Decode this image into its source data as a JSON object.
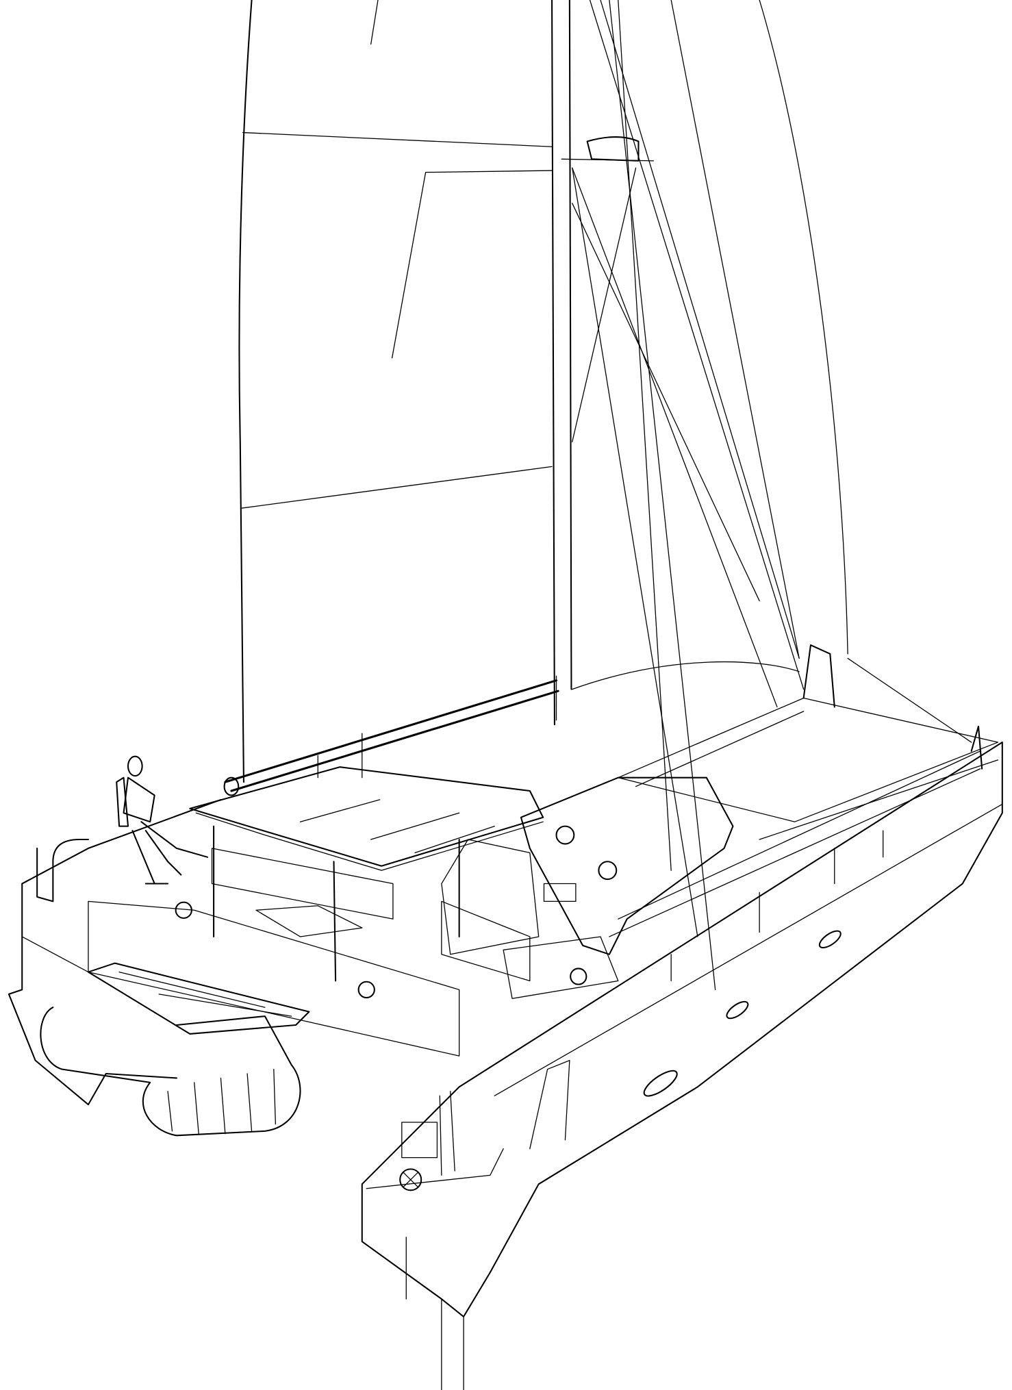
{
  "colors": {
    "line": "#000000",
    "background": "#ffffff"
  },
  "drawing": {
    "parts": [
      "mainsail",
      "mast",
      "jib",
      "rigging",
      "boom",
      "bimini",
      "cockpit",
      "port-hull",
      "starboard-hull",
      "trampoline",
      "helmsman-figure",
      "fender-roll"
    ]
  }
}
